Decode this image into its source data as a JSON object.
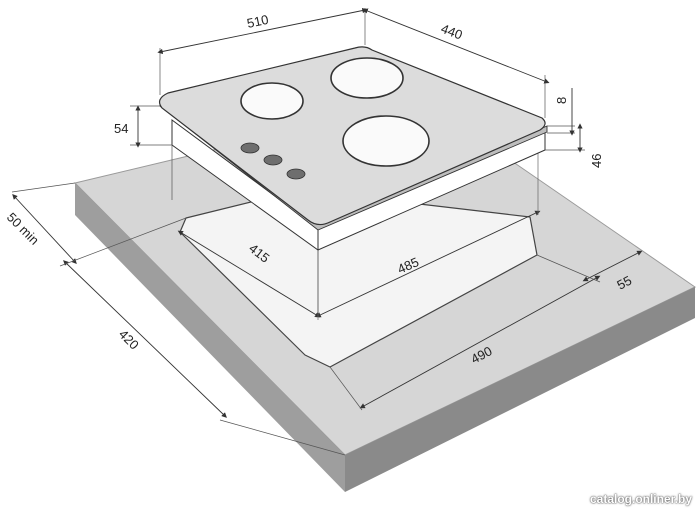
{
  "dimensions": {
    "hob_width": "510",
    "hob_depth": "440",
    "glass_thickness": "8",
    "hob_height": "54",
    "body_depth_below": "46",
    "min_wall_distance": "50 min",
    "countertop_depth": "420",
    "cutout_depth": "415",
    "cutout_width": "485",
    "front_offset": "55",
    "countertop_width": "490"
  },
  "watermark": "catalog.onliner.by",
  "colors": {
    "countertop_top": "#d6d6d6",
    "countertop_side": "#9e9e9e",
    "countertop_front": "#8a8a8a",
    "hob_glass": "#dcdcdc",
    "burner": "#ffffff",
    "knob": "#6e6e6e",
    "line": "#333333"
  }
}
